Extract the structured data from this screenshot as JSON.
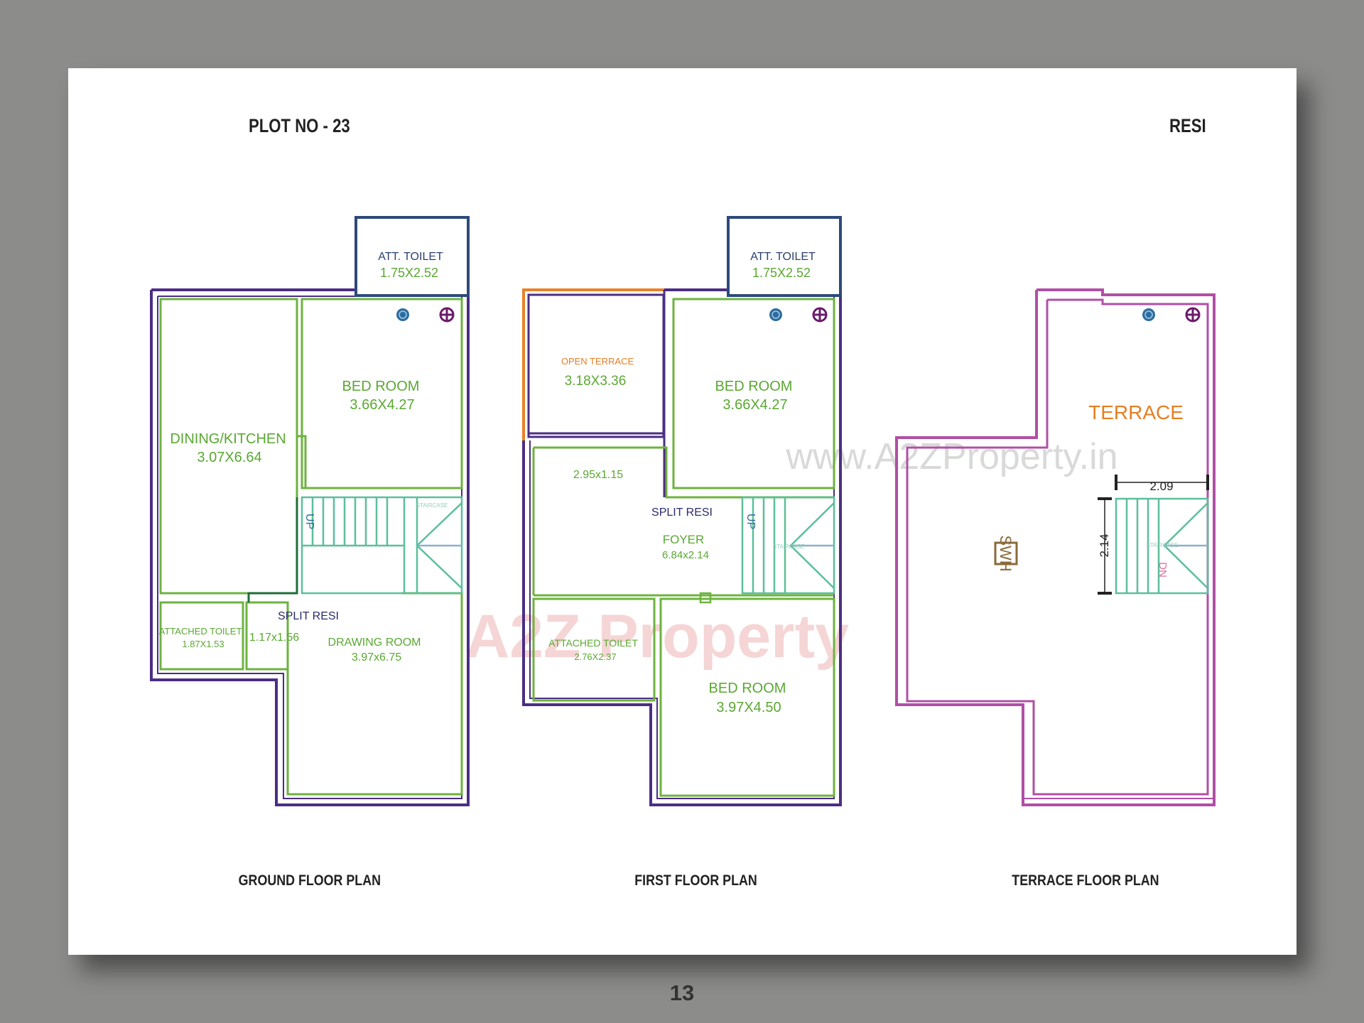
{
  "header": {
    "plot": "PLOT NO - 23",
    "type": "RESI"
  },
  "page_number": "13",
  "watermark": {
    "url": "www.A2ZProperty.in",
    "brand": "A2Z Property"
  },
  "colors": {
    "room_wall": "#6db33f",
    "outer_wall": "#4b2e83",
    "attached_toilet_wall": "#2d4a7a",
    "open_terrace_wall": "#e8822a",
    "terrace_wall": "#b04fa6",
    "staircase": "#5bbf9a",
    "room_text": "#5aa832",
    "label_dark": "#2a2a6e",
    "terrace_text": "#e67e22",
    "fixture_blue": "#2e6d9e",
    "fixture_purple": "#6a1b6a"
  },
  "icons": [
    "floor-trap-icon",
    "nahani-trap-icon"
  ],
  "ground_floor": {
    "caption": "GROUND FLOOR PLAN",
    "att_toilet": {
      "name": "ATT. TOILET",
      "size": "1.75X2.52"
    },
    "bed_room": {
      "name": "BED ROOM",
      "size": "3.66X4.27"
    },
    "dining": {
      "name": "DINING/KITCHEN",
      "size": "3.07X6.64"
    },
    "staircase": "STAIRCASE",
    "up": "UP",
    "split": "SPLIT RESI",
    "attached_toilet": {
      "name": "ATTACHED TOILET",
      "size": "1.87X1.53"
    },
    "passage": "1.17x1.56",
    "drawing": {
      "name": "DRAWING ROOM",
      "size": "3.97x6.75"
    }
  },
  "first_floor": {
    "caption": "FIRST FLOOR PLAN",
    "att_toilet": {
      "name": "ATT. TOILET",
      "size": "1.75X2.52"
    },
    "open_terrace": {
      "name": "OPEN TERRACE",
      "size": "3.18X3.36"
    },
    "bed_room": {
      "name": "BED ROOM",
      "size": "3.66X4.27"
    },
    "lobby": "2.95x1.15",
    "split": "SPLIT RESI",
    "foyer": {
      "name": "FOYER",
      "size": "6.84x2.14"
    },
    "up": "UP",
    "staircase": "STAIRCASE",
    "attached_toilet": {
      "name": "ATTACHED TOILET",
      "size": "2.76X2.37"
    },
    "bed_room2": {
      "name": "BED ROOM",
      "size": "3.97X4.50"
    }
  },
  "terrace_floor": {
    "caption": "TERRACE FLOOR PLAN",
    "terrace": "TERRACE",
    "swh": "SWH",
    "dim_width": "2.09",
    "dim_height": "2.14",
    "staircase": "STAIRCASE",
    "dn": "DN"
  }
}
